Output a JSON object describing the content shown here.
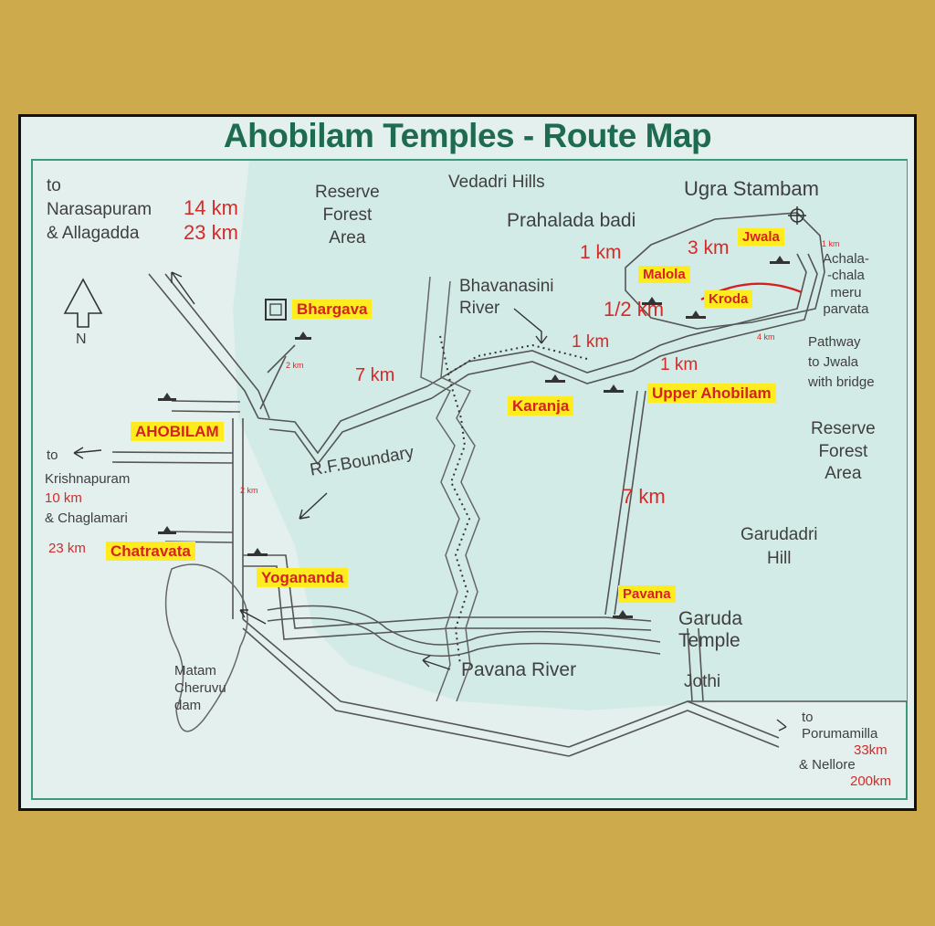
{
  "map": {
    "title": "Ahobilam Temples - Route Map",
    "north_label": "N",
    "regions": {
      "reserve_forest_1": "Reserve\nForest\nArea",
      "vedadri_hills": "Vedadri Hills",
      "ugra_stambam": "Ugra Stambam",
      "prahalada_badi": "Prahalada badi",
      "bhavanasini_river": "Bhavanasini\nRiver",
      "achala_chala": "Achala-\n-chala\nmeru\nparvata",
      "pathway_jwala": "Pathway\nto Jwala\nwith bridge",
      "reserve_forest_2": "Reserve\nForest\nArea",
      "garudadri_hill": "Garudadri\nHill",
      "garuda_temple": "Garuda\nTemple",
      "jothi": "Jothi",
      "pavana_river": "Pavana River",
      "rf_boundary": "R.F.Boundary",
      "matam_dam": "Matam\nCheruvu\ndam"
    },
    "destinations": {
      "narasapuram": {
        "line1": "to",
        "line2": "Narasapuram",
        "line3": "& Allagadda",
        "dist1": "14 km",
        "dist2": "23 km"
      },
      "krishnapuram": {
        "line1": "to",
        "line2": "Krishnapuram",
        "dist1": "10 km",
        "line3": "& Chaglamari",
        "dist2": "23 km"
      },
      "porumamilla": {
        "line1": "to",
        "line2": "Porumamilla",
        "dist1": "33km",
        "line3": "& Nellore",
        "dist2": "200km"
      }
    },
    "temples": {
      "bhargava": "Bhargava",
      "ahobilam": "AHOBILAM",
      "chatravata": "Chatravata",
      "yogananda": "Yogananda",
      "karanja": "Karanja",
      "upper_ahobilam": "Upper  Ahobilam",
      "malola": "Malola",
      "kroda": "Kroda",
      "jwala": "Jwala",
      "pavana": "Pavana"
    },
    "distances": {
      "bhargava_2km": "2 km",
      "ahobilam_yogananda_2km": "2 km",
      "to_karanja_7km": "7 km",
      "karanja_upper_1km": "1 km",
      "upper_1km": "1 km",
      "to_pavana_7km": "7 km",
      "malola_half_km": "1/2 km",
      "prahalada_1km": "1 km",
      "jwala_3km": "3 km",
      "jwala_1km": "1 km",
      "bridge_4km": "4 km"
    }
  },
  "colors": {
    "background": "#cdab4d",
    "map_fill": "#e4f0ee",
    "title": "#1f6b4f",
    "temple_label": "#ffec1f",
    "distance": "#d42a2a"
  }
}
